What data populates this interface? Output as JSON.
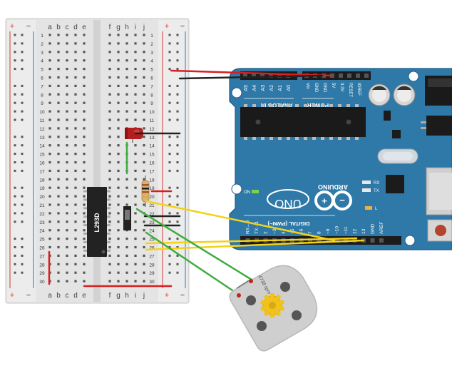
{
  "breadboard": {
    "columns_left": [
      "a",
      "b",
      "c",
      "d",
      "e"
    ],
    "columns_right": [
      "f",
      "g",
      "h",
      "i",
      "j"
    ],
    "rail_plus": "+",
    "rail_minus": "−",
    "row_count": 30
  },
  "chip": {
    "label": "L293D"
  },
  "arduino": {
    "brand_uno": "UNO",
    "brand_name": "ARDUINO",
    "analog_in": "ANALOG IN",
    "power": "POWER",
    "digital": "DIGITAL (PWM~)",
    "on_label": "ON",
    "tx": "TX",
    "rx": "RX",
    "l": "L",
    "analog_pins": [
      "A5",
      "A4",
      "A3",
      "A2",
      "A1",
      "A0"
    ],
    "power_pins": [
      "Vin",
      "GND",
      "GND",
      "5V",
      "3.3V",
      "RESET",
      "IOREF"
    ],
    "digital_pins": [
      "AREF",
      "GND",
      "13",
      "12",
      "~11",
      "~10",
      "~9",
      "8",
      "7",
      "~6",
      "~5",
      "4",
      "~3",
      "2",
      "TX→1",
      "RX←0"
    ]
  },
  "motor": {
    "label": "4738 rpm"
  },
  "colors": {
    "board": "#2f79a8",
    "board_dark": "#1f5b85",
    "breadboard": "#e6e6e6",
    "rail_red": "#d53a2f",
    "rail_blue": "#2f6fbf",
    "wire_red": "#d81e1e",
    "wire_black": "#222222",
    "wire_yellow": "#f3d21b",
    "wire_green": "#3fae3f",
    "led_red": "#b31e1e",
    "motor": "#cfcfcf",
    "gear": "#f2c21c"
  }
}
